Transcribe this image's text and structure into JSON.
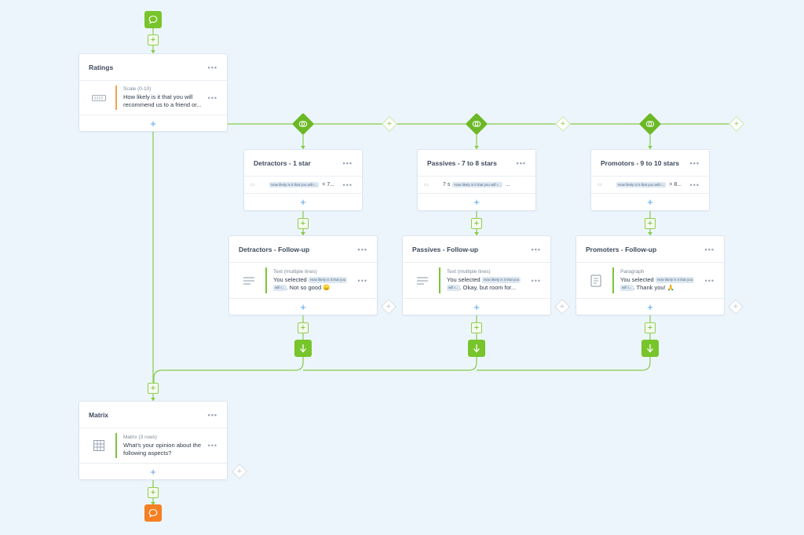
{
  "colors": {
    "accent_green": "#78c42b",
    "end_orange": "#f57f22",
    "blue_plus": "#4f9ee8",
    "background": "#edf5fc"
  },
  "start_node": {
    "icon": "chat-bubble-icon"
  },
  "end_node": {
    "icon": "chat-bubble-icon"
  },
  "ratings": {
    "title": "Ratings",
    "menu": "•••",
    "question": {
      "type": "Scale (0-10)",
      "title": "How likely is it that you will recommend us to a friend or...",
      "icon": "scale-icon"
    },
    "add": "+"
  },
  "branches": [
    {
      "title": "Detractors - 1 star",
      "menu": "•••",
      "condition": {
        "chip": "How likely is it that you will r...",
        "rest": "< 7...",
        "icon": "scale-icon"
      },
      "add": "+",
      "followup": {
        "title": "Detractors - Follow-up",
        "menu": "•••",
        "type": "Text (multiple lines)",
        "prefix": "You selected",
        "chip1": "How likely is it that you",
        "chip2": "will r...",
        "suffix": ". Not so good 😞",
        "icon": "text-lines-icon",
        "add": "+"
      }
    },
    {
      "title": "Passives - 7 to 8 stars",
      "menu": "•••",
      "condition": {
        "prefix": "7 s",
        "chip": "How likely is it that you will r...",
        "rest": "...",
        "icon": "scale-icon"
      },
      "add": "+",
      "followup": {
        "title": "Passives - Follow-up",
        "menu": "•••",
        "type": "Text (multiple lines)",
        "prefix": "You selected",
        "chip1": "How likely is it that you",
        "chip2": "will r...",
        "suffix": ". Okay, but room for...",
        "icon": "text-lines-icon",
        "add": "+"
      }
    },
    {
      "title": "Promotors - 9 to 10 stars",
      "menu": "•••",
      "condition": {
        "chip": "How likely is it that you will r...",
        "rest": "> 8...",
        "icon": "scale-icon"
      },
      "add": "+",
      "followup": {
        "title": "Promoters - Follow-up",
        "menu": "•••",
        "type": "Paragraph",
        "prefix": "You selected",
        "chip1": "How likely is it that you",
        "chip2": "will r...",
        "suffix": ". Thank you! 🙏",
        "icon": "paragraph-icon",
        "add": "+"
      }
    }
  ],
  "matrix": {
    "title": "Matrix",
    "menu": "•••",
    "question": {
      "type": "Matrix (3 rows)",
      "title": "What's your opinion about the following aspects?",
      "icon": "grid-icon"
    },
    "add": "+"
  },
  "plus_glyph": "+"
}
